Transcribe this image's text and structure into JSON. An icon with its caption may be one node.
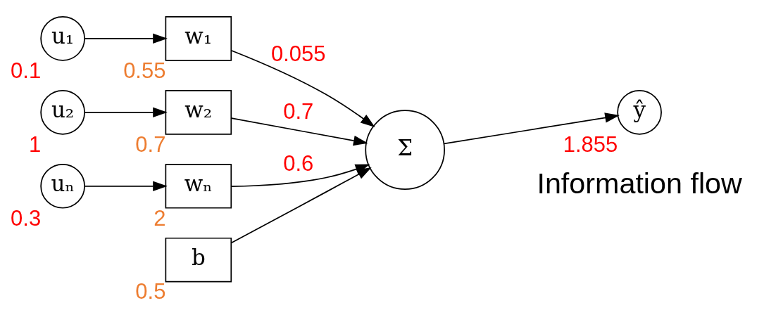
{
  "diagram": {
    "nodes": [
      {
        "text": [
          "u₁"
        ],
        "beside": [
          "0.1"
        ]
      },
      {
        "text": [
          "u₂"
        ],
        "beside": [
          "1"
        ]
      },
      {
        "text": [
          "uₙ"
        ],
        "beside": [
          "0.3"
        ]
      },
      {
        "text": [
          "w₁"
        ],
        "beside": [
          "0.55"
        ]
      },
      {
        "text": [
          "w₂"
        ],
        "beside": [
          "0.7"
        ]
      },
      {
        "text": [
          "wₙ"
        ],
        "beside": [
          "2"
        ]
      },
      {
        "text": [
          "b"
        ],
        "beside": [
          "0.5"
        ]
      },
      {
        "text": [
          "Σ"
        ]
      },
      {
        "text": [
          "ŷ"
        ],
        "beside": [
          "1.855"
        ]
      }
    ],
    "edges": [
      {
        "from": 0,
        "to": 3,
        "arrow": "to"
      },
      {
        "from": 1,
        "to": 4,
        "arrow": "to"
      },
      {
        "from": 2,
        "to": 5,
        "arrow": "to"
      },
      {
        "from": 3,
        "to": 7,
        "arrow": "to",
        "label": "0.055"
      },
      {
        "from": 4,
        "to": 7,
        "arrow": "to",
        "label": "0.7"
      },
      {
        "from": 5,
        "to": 7,
        "arrow": "to",
        "label": "0.6"
      },
      {
        "from": 6,
        "to": 7,
        "arrow": "to"
      },
      {
        "from": 7,
        "to": 8,
        "arrow": "to"
      }
    ],
    "labels": [
      "Information flow"
    ]
  }
}
